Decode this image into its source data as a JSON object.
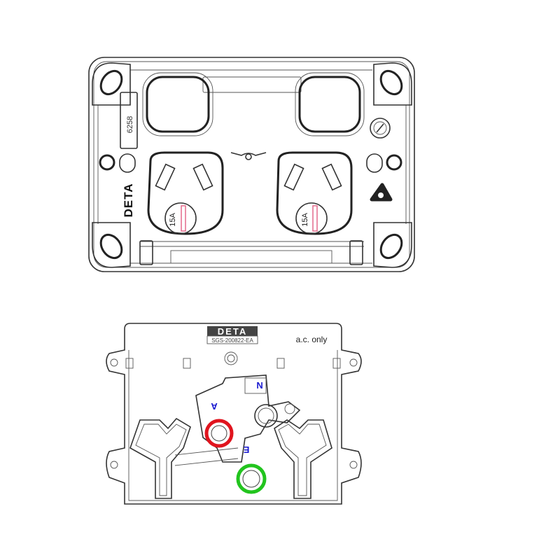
{
  "front_view": {
    "model_number": "6258",
    "brand": "DETA",
    "left_socket_rating": "15A",
    "right_socket_rating": "15A"
  },
  "rear_view": {
    "brand": "DETA",
    "approval_code": "SGS-200822-EA",
    "supply_note": "a.c. only",
    "terminal_labels": {
      "neutral": "N",
      "active": "A",
      "earth": "E"
    }
  },
  "colors": {
    "active_ring": "#e0141e",
    "earth_ring": "#22c41e",
    "terminal_label": "#1a1ad0",
    "rating_marker": "#e46a8c"
  }
}
